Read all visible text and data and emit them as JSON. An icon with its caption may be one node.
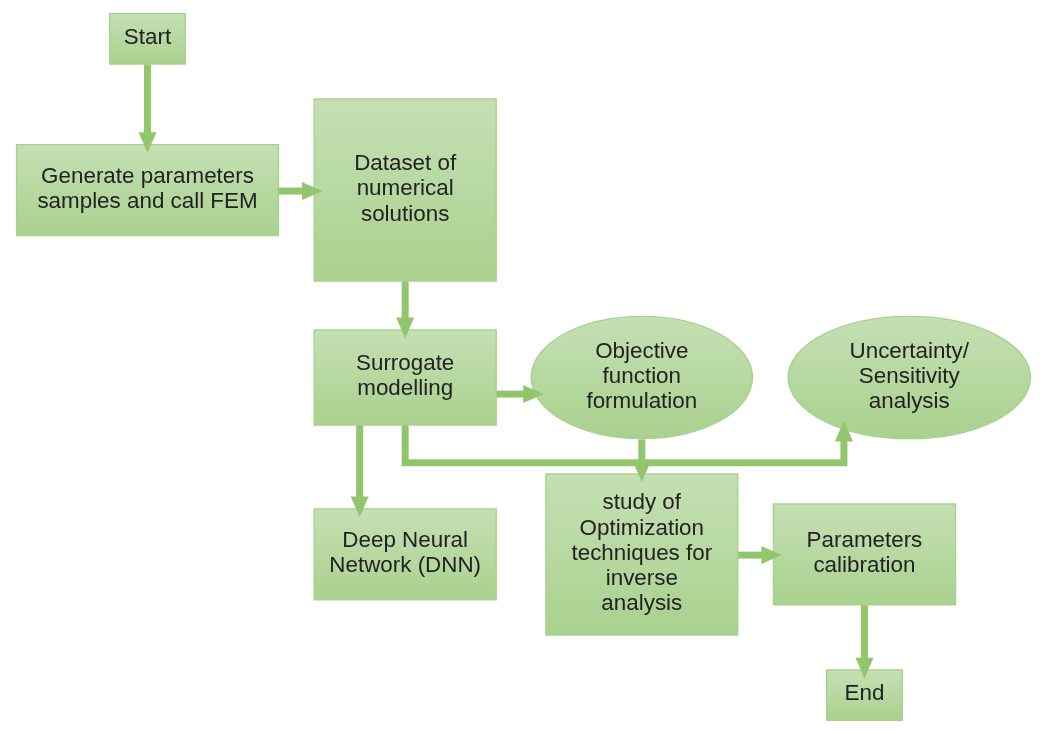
{
  "diagram": {
    "nodes": [
      {
        "text": [
          "Start"
        ]
      },
      {
        "text": [
          "Generate parameters samples and call FEM"
        ]
      },
      {
        "text": [
          "Dataset of numerical solutions"
        ]
      },
      {
        "text": [
          "Uncertainty/ Sensitivity analysis"
        ]
      },
      {
        "text": [
          "Surrogate modelling"
        ]
      },
      {
        "text": [
          "Objective function formulation"
        ]
      },
      {
        "text": [
          "Deep Neural Network (DNN)"
        ]
      },
      {
        "text": [
          "study of Optimization techniques for inverse analysis"
        ]
      },
      {
        "text": [
          "Parameters calibration"
        ]
      },
      {
        "text": [
          "End"
        ]
      }
    ],
    "edges": [
      {
        "from": 0,
        "to": 1,
        "arrow": "to"
      },
      {
        "from": 1,
        "to": 2,
        "arrow": "to"
      },
      {
        "from": 2,
        "to": 4,
        "arrow": "to"
      },
      {
        "from": 4,
        "to": 3,
        "arrow": "to"
      },
      {
        "from": 4,
        "to": 5,
        "arrow": "to"
      },
      {
        "from": 4,
        "to": 6,
        "arrow": "to"
      },
      {
        "from": 5,
        "to": 7,
        "arrow": "to"
      },
      {
        "from": 7,
        "to": 8,
        "arrow": "to"
      },
      {
        "from": 8,
        "to": 9,
        "arrow": "to"
      }
    ]
  }
}
